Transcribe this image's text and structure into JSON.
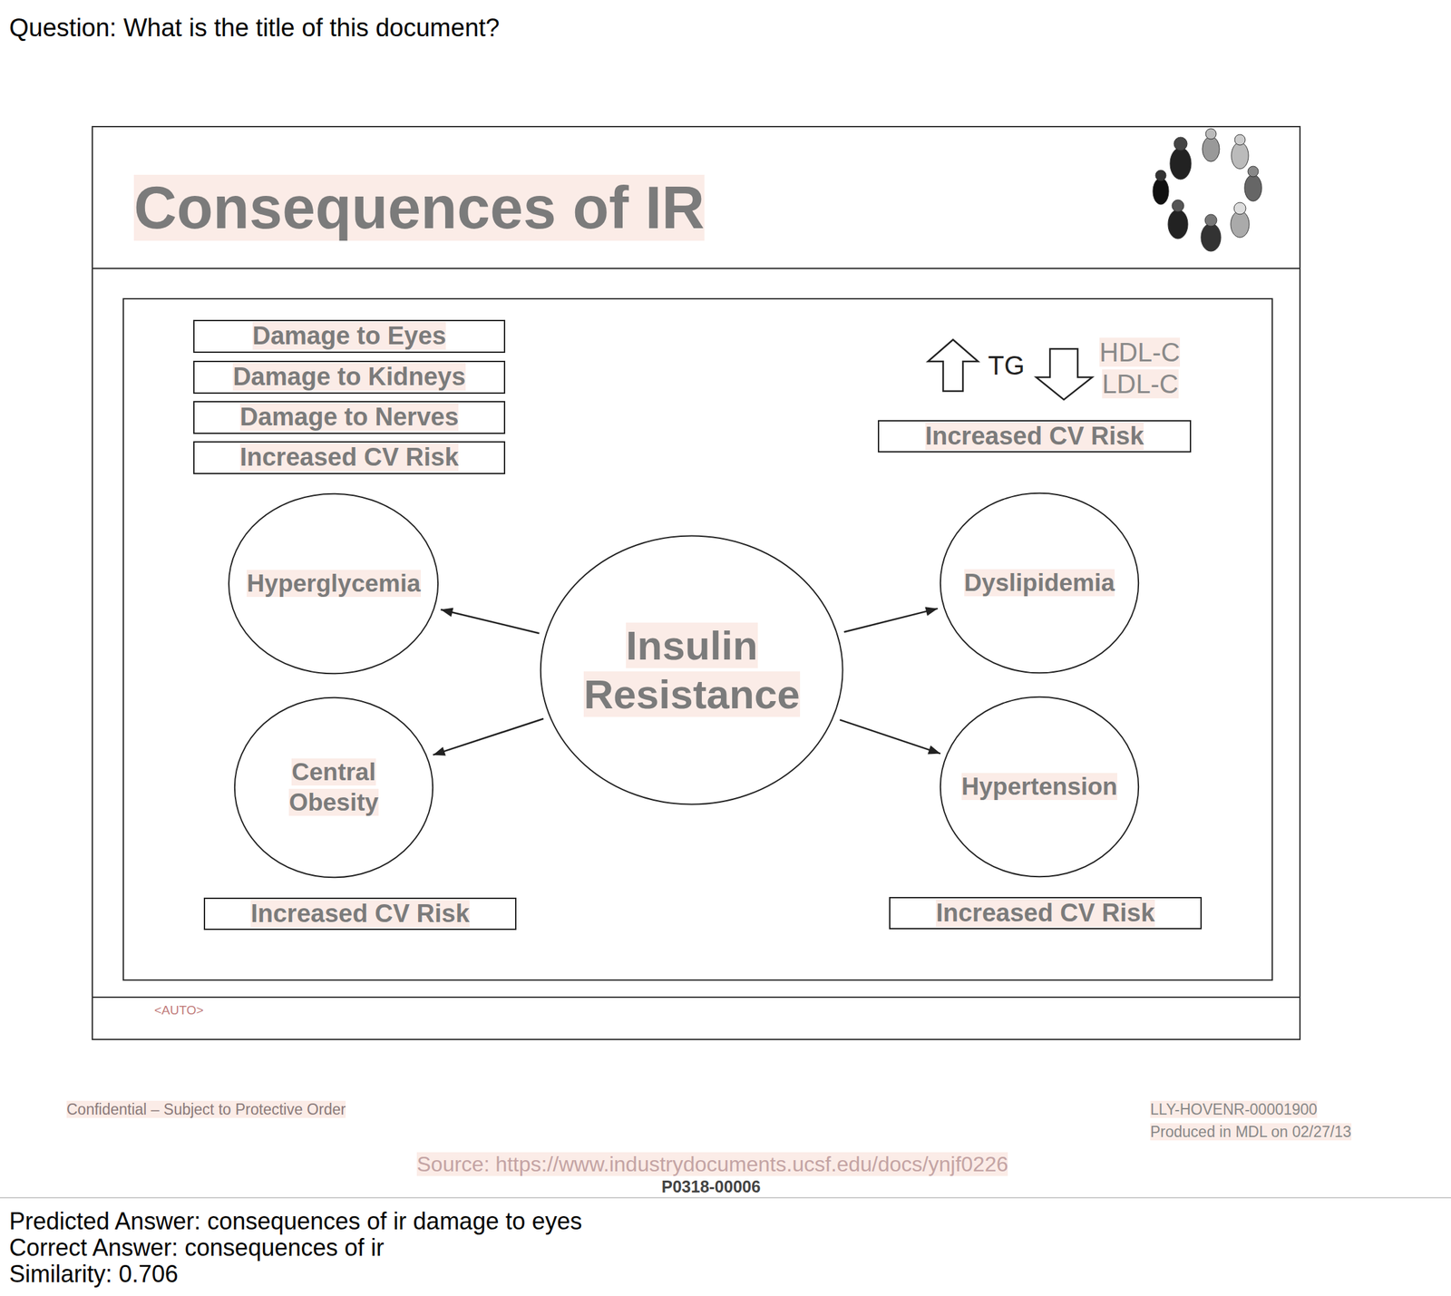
{
  "diagram": {
    "title": "Consequences of IR",
    "nodes": [
      {
        "text": [
          "Damage to Eyes"
        ]
      },
      {
        "text": [
          "Damage to Kidneys"
        ]
      },
      {
        "text": [
          "Damage to Nerves"
        ]
      },
      {
        "text": [
          "Increased CV Risk"
        ]
      },
      {
        "text": [
          "Increased CV Risk"
        ]
      },
      {
        "text": [
          "Hyperglycemia"
        ]
      },
      {
        "text": [
          "Insulin Resistance"
        ]
      },
      {
        "text": [
          "Dyslipidemia"
        ]
      },
      {
        "text": [
          "Central Obesity"
        ]
      },
      {
        "text": [
          "Hypertension"
        ]
      },
      {
        "text": [
          "Increased CV Risk"
        ]
      },
      {
        "text": [
          "Increased CV Risk"
        ]
      }
    ],
    "edges": [
      {
        "from": 6,
        "to": 5,
        "arrow": "to"
      },
      {
        "from": 6,
        "to": 7,
        "arrow": "to"
      },
      {
        "from": 6,
        "to": 8,
        "arrow": "to"
      },
      {
        "from": 6,
        "to": 9,
        "arrow": "to"
      }
    ],
    "labels": [
      "Question: What is the title of this document?",
      "TG",
      "HDL-C",
      "LDL-C",
      "<AUTO>",
      "Confidential – Subject to Protective Order",
      "LLY-HOVENR-00001900",
      "Produced in MDL on 02/27/13",
      "Source: https://www.industrydocuments.ucsf.edu/docs/ynjf0226",
      "P0318-00006",
      "Predicted Answer: consequences of ir damage to eyes",
      "Correct Answer: consequences of ir",
      "Similarity: 0.706"
    ]
  }
}
